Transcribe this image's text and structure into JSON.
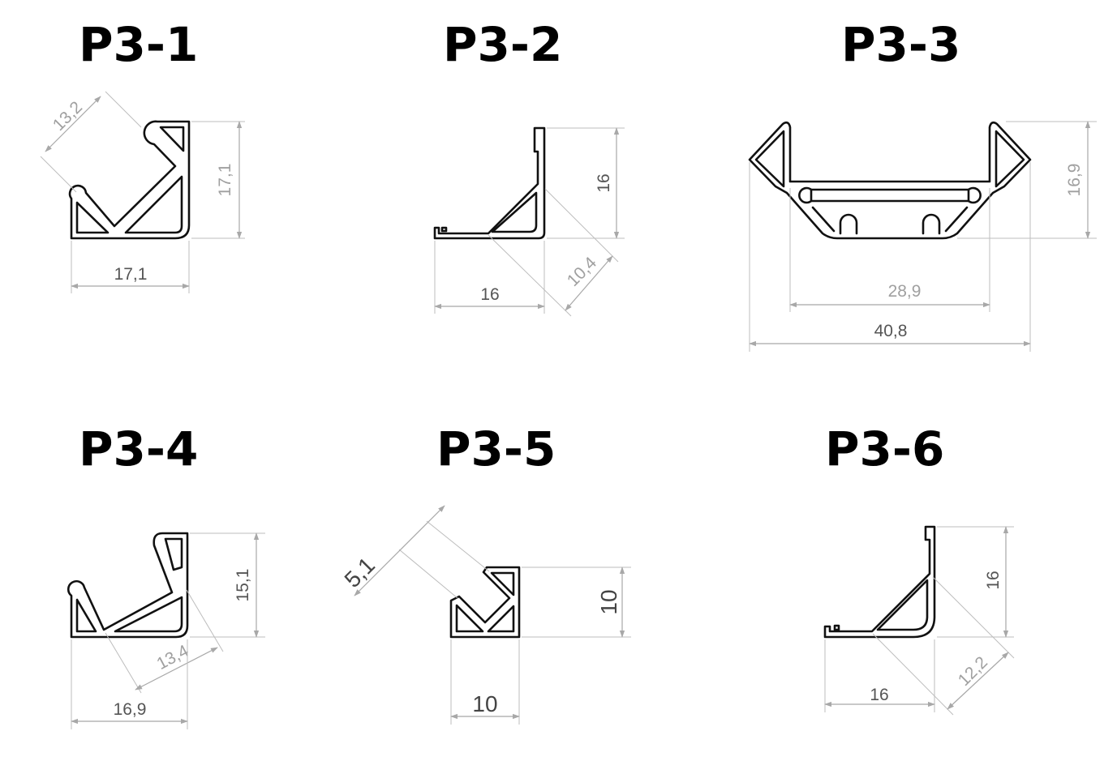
{
  "profiles": [
    {
      "id": "P3-1",
      "title": "P3-1",
      "dims": [
        "13,2",
        "17,1",
        "17,1"
      ]
    },
    {
      "id": "P3-2",
      "title": "P3-2",
      "dims": [
        "16",
        "10,4",
        "16"
      ]
    },
    {
      "id": "P3-3",
      "title": "P3-3",
      "dims": [
        "16,9",
        "28,9",
        "40,8"
      ]
    },
    {
      "id": "P3-4",
      "title": "P3-4",
      "dims": [
        "15,1",
        "13,4",
        "16,9"
      ]
    },
    {
      "id": "P3-5",
      "title": "P3-5",
      "dims": [
        "5,1",
        "10",
        "10"
      ]
    },
    {
      "id": "P3-6",
      "title": "P3-6",
      "dims": [
        "16",
        "12,2",
        "16"
      ]
    }
  ]
}
